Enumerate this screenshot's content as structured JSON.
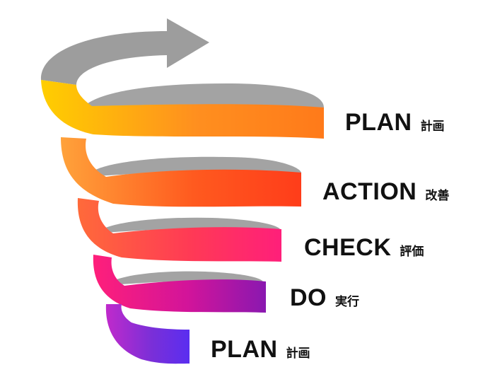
{
  "colors": {
    "back_face": "#a3a3a3",
    "arrow": "#9d9d9d",
    "ribbon_1": [
      "#ffce00",
      "#ff8f1f",
      "#ff7a1a"
    ],
    "ribbon_2": [
      "#ffa23a",
      "#ff5a1f",
      "#ff3d1a"
    ],
    "ribbon_3": [
      "#ff6a3a",
      "#ff3a55",
      "#ff1f7a"
    ],
    "ribbon_4": [
      "#ff1f7a",
      "#d2149a",
      "#8a18b0"
    ],
    "ribbon_5": [
      "#c02acb",
      "#7a2fd8",
      "#5a2ef0"
    ]
  },
  "stages": [
    {
      "en": "PLAN",
      "jp": "計画"
    },
    {
      "en": "ACTION",
      "jp": "改善"
    },
    {
      "en": "CHECK",
      "jp": "評価"
    },
    {
      "en": "DO",
      "jp": "実行"
    },
    {
      "en": "PLAN",
      "jp": "計画"
    }
  ]
}
